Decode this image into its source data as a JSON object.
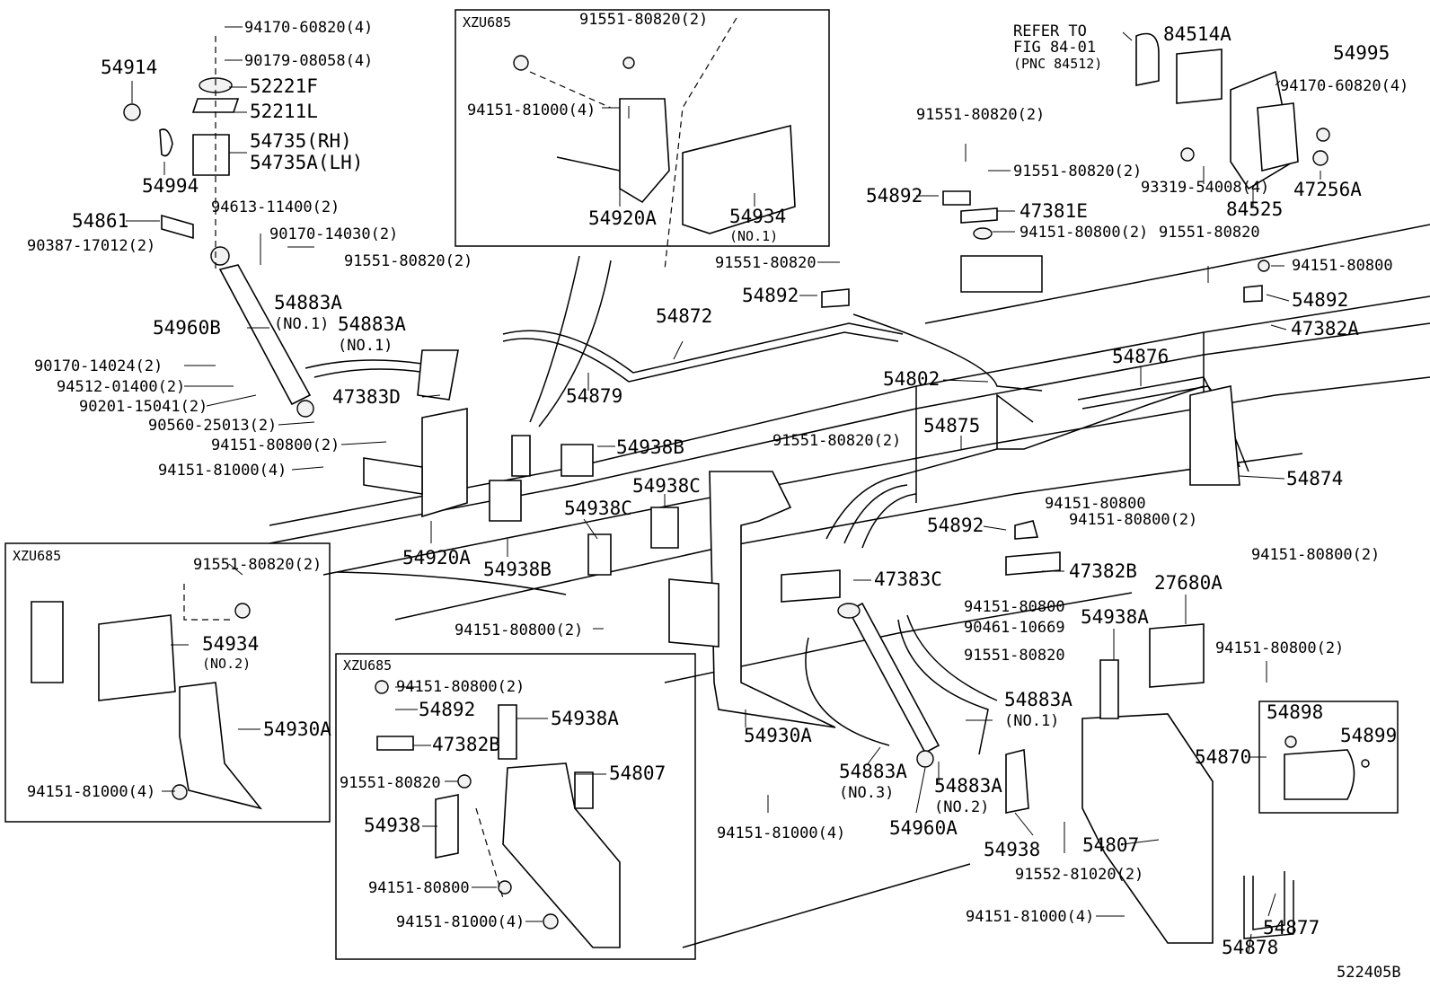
{
  "diagram_id": "522405B",
  "inset_tag": "XZU685",
  "refer": {
    "line1": "REFER TO",
    "line2": "FIG 84-01",
    "line3": "(PNC 84512)"
  },
  "labels": {
    "p94170_60820_4": "94170-60820(4)",
    "p90179_08058_4": "90179-08058(4)",
    "p52221F": "52221F",
    "p52211L": "52211L",
    "p54735RH": "54735(RH)",
    "p54735ALH": "54735A(LH)",
    "p54914": "54914",
    "p54994": "54994",
    "p94613_11400_2": "94613-11400(2)",
    "p54861": "54861",
    "p90387_17012_2": "90387-17012(2)",
    "p90170_14030_2": "90170-14030(2)",
    "p54960B": "54960B",
    "p54883A": "54883A",
    "no1": "(NO.1)",
    "no2": "(NO.2)",
    "no3": "(NO.3)",
    "p91551_80820_2": "91551-80820(2)",
    "p91551_80820": "91551-80820",
    "p90170_14024_2": "90170-14024(2)",
    "p94512_01400_2": "94512-01400(2)",
    "p90201_15041_2": "90201-15041(2)",
    "p90560_25013_2": "90560-25013(2)",
    "p94151_80800_2": "94151-80800(2)",
    "p94151_80800": "94151-80800",
    "p94151_81000_4": "94151-81000(4)",
    "p47383D": "47383D",
    "p47383C": "47383C",
    "p54920A": "54920A",
    "p54938": "54938",
    "p54938A": "54938A",
    "p54938B": "54938B",
    "p54938C": "54938C",
    "p54934": "54934",
    "p54872": "54872",
    "p54879": "54879",
    "p54892": "54892",
    "p47381E": "47381E",
    "p47382A": "47382A",
    "p47382B": "47382B",
    "p54802": "54802",
    "p54876": "54876",
    "p54875": "54875",
    "p54874": "54874",
    "p84514A": "84514A",
    "p54995": "54995",
    "p94170_60820_4b": "94170-60820(4)",
    "p93319_54008_4": "93319-54008(4)",
    "p47256A": "47256A",
    "p84525": "84525",
    "p94151_80800b": "94151-80800",
    "p27680A": "27680A",
    "p90461_10669": "90461-10669",
    "p54930A": "54930A",
    "p54960A": "54960A",
    "p54898": "54898",
    "p54899": "54899",
    "p54870": "54870",
    "p54807": "54807",
    "p91552_81020_2": "91552-81020(2)",
    "p94151_81000_4b": "94151-81000(4)",
    "p54877": "54877",
    "p54878": "54878"
  }
}
